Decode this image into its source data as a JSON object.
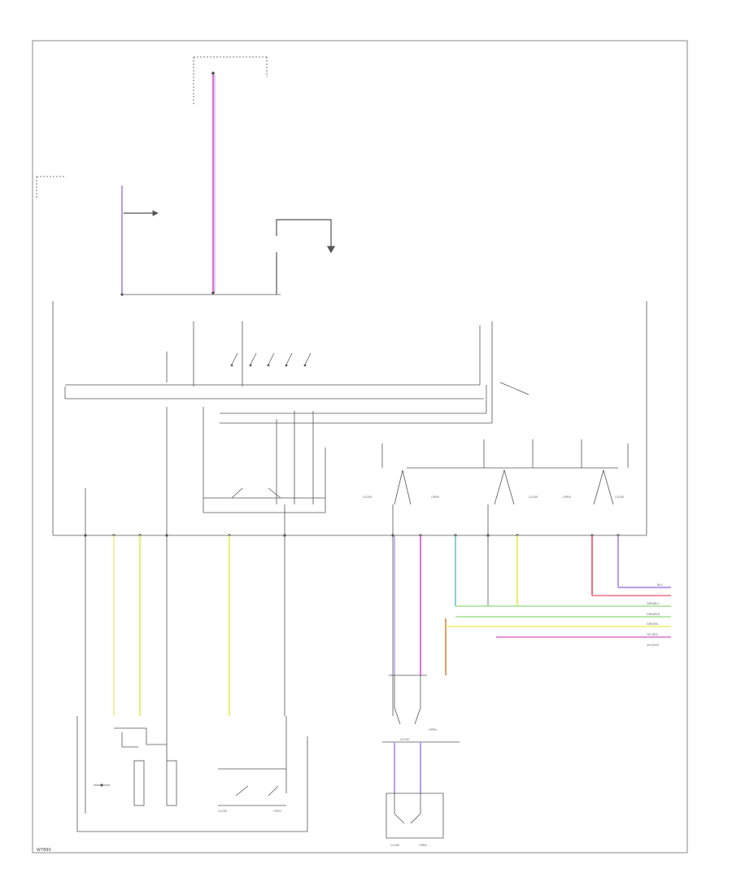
{
  "diagram": {
    "footer_code": "W7890",
    "wire_colors": {
      "violet": "#b79cf0",
      "pink": "#e070d0",
      "yellow": "#eded70",
      "yellow_light": "#f0f0a0",
      "green": "#a0e090",
      "orange": "#e0a060",
      "red": "#f07080",
      "teal": "#60c0c0",
      "frame": "#888888",
      "line": "#555555"
    },
    "harness_labels": [
      "BLU",
      "GRN/BLU",
      "GRN/RED",
      "GRN/YEL",
      "YEL/BLU",
      "VIO/WHT"
    ],
    "switch_labels": [
      "CLOSE",
      "OPEN",
      "CLOSE",
      "OPEN",
      "CLOSE",
      "OPEN",
      "CLOSE",
      "OPEN",
      "CLOSE",
      "OPEN"
    ]
  }
}
